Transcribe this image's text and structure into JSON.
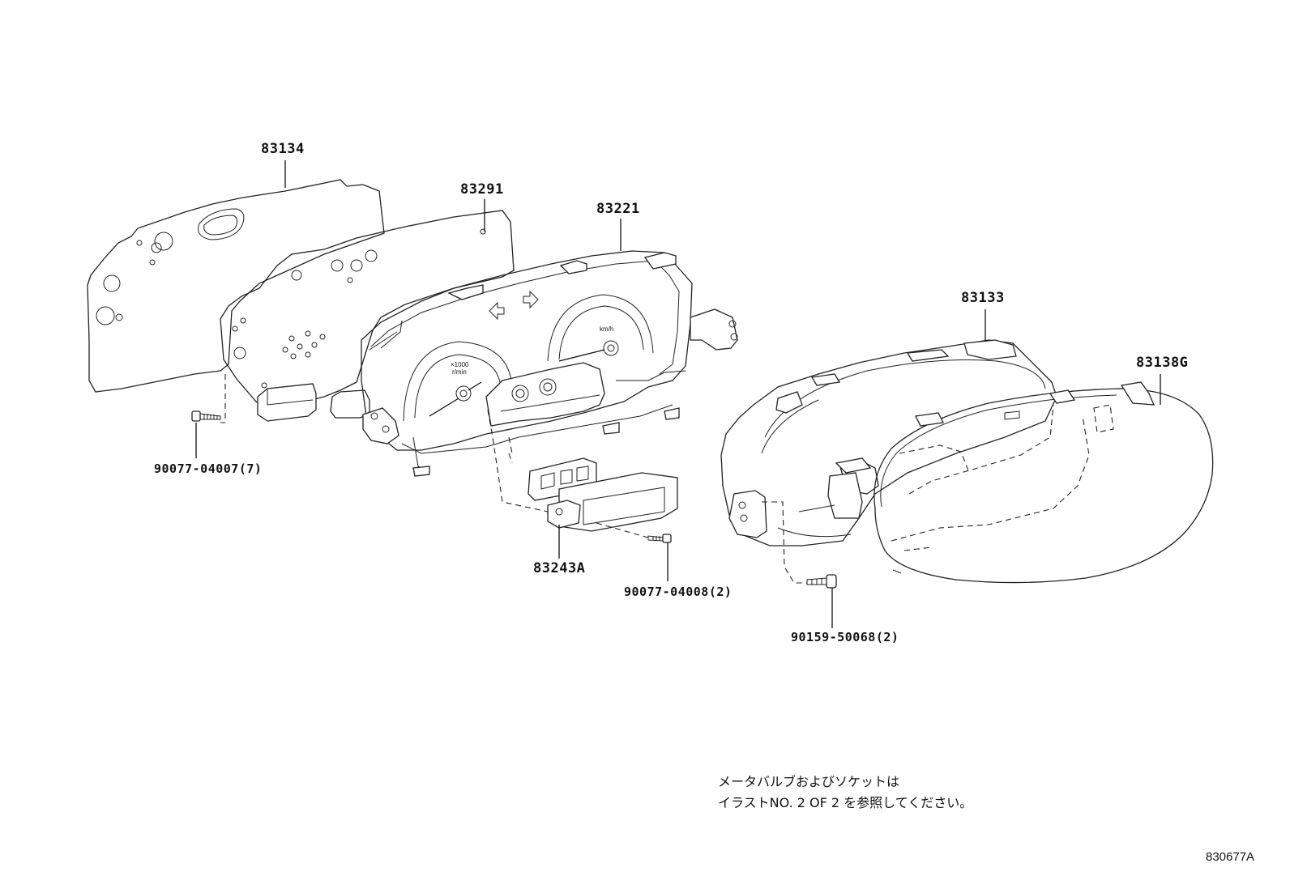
{
  "parts": {
    "p83134": "83134",
    "p83291": "83291",
    "p83221": "83221",
    "p83133": "83133",
    "p83138g": "83138G",
    "p83243a": "83243A",
    "screw_a": "90077-04007(7)",
    "screw_b": "90077-04008(2)",
    "screw_c": "90159-50068(2)"
  },
  "gauges": {
    "tach_unit_1": "×1000",
    "tach_unit_2": "r/min",
    "speed_unit": "km/h"
  },
  "note": {
    "line1": "メータバルブおよびソケットは",
    "line2": "イラストNO. 2  OF  2  を参照してください。"
  },
  "figure_code": "830677A"
}
